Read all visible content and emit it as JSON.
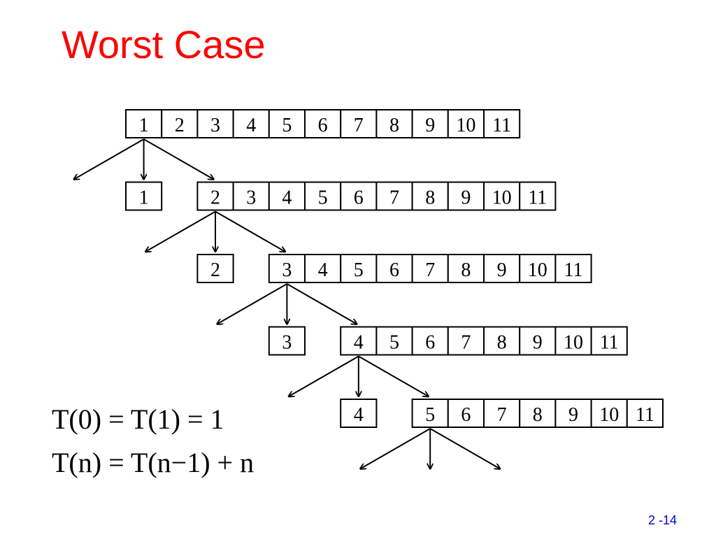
{
  "title": "Worst Case",
  "slide_number": "2 -14",
  "formulas": [
    "T(0) = T(1) = 1",
    "T(n) = T(n−1) + n"
  ],
  "diagram": {
    "levels": [
      {
        "array": [
          "1",
          "2",
          "3",
          "4",
          "5",
          "6",
          "7",
          "8",
          "9",
          "10",
          "11"
        ],
        "pivot": null
      },
      {
        "array": [
          "2",
          "3",
          "4",
          "5",
          "6",
          "7",
          "8",
          "9",
          "10",
          "11"
        ],
        "pivot": "1"
      },
      {
        "array": [
          "3",
          "4",
          "5",
          "6",
          "7",
          "8",
          "9",
          "10",
          "11"
        ],
        "pivot": "2"
      },
      {
        "array": [
          "4",
          "5",
          "6",
          "7",
          "8",
          "9",
          "10",
          "11"
        ],
        "pivot": "3"
      },
      {
        "array": [
          "5",
          "6",
          "7",
          "8",
          "9",
          "10",
          "11"
        ],
        "pivot": "4"
      }
    ]
  }
}
